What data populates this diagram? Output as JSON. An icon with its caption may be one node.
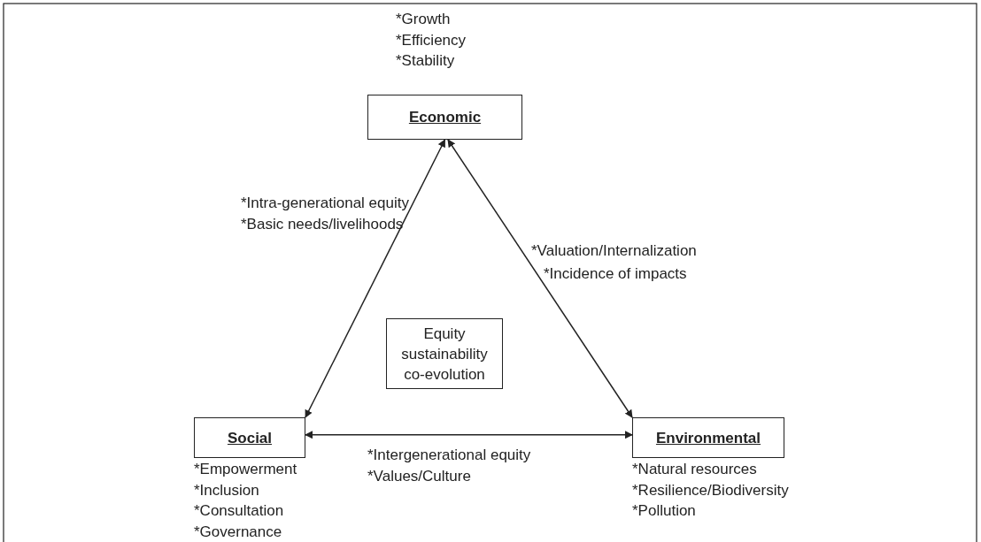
{
  "diagram": {
    "nodes": [
      {
        "text": [
          "Economic"
        ],
        "beside": [
          "*Growth",
          "*Efficiency",
          "*Stability"
        ]
      },
      {
        "text": [
          "Social"
        ],
        "beside": [
          "*Empowerment",
          "*Inclusion",
          "*Consultation",
          "*Governance"
        ]
      },
      {
        "text": [
          "Environmental"
        ],
        "beside": [
          "*Natural resources",
          "*Resilience/Biodiversity",
          "*Pollution"
        ]
      },
      {
        "text": [
          "Equity sustainability co-evolution"
        ]
      }
    ],
    "edges": [
      {
        "from": 0,
        "to": 1,
        "arrow": "both"
      },
      {
        "from": 0,
        "to": 2,
        "arrow": "both"
      },
      {
        "from": 1,
        "to": 2,
        "arrow": "both"
      }
    ],
    "labels": [
      "*Intra-generational equity",
      "*Basic needs/livelihoods",
      "*Valuation/Internalization",
      "*Incidence of impacts",
      "*Intergenerational equity",
      "*Values/Culture"
    ]
  }
}
